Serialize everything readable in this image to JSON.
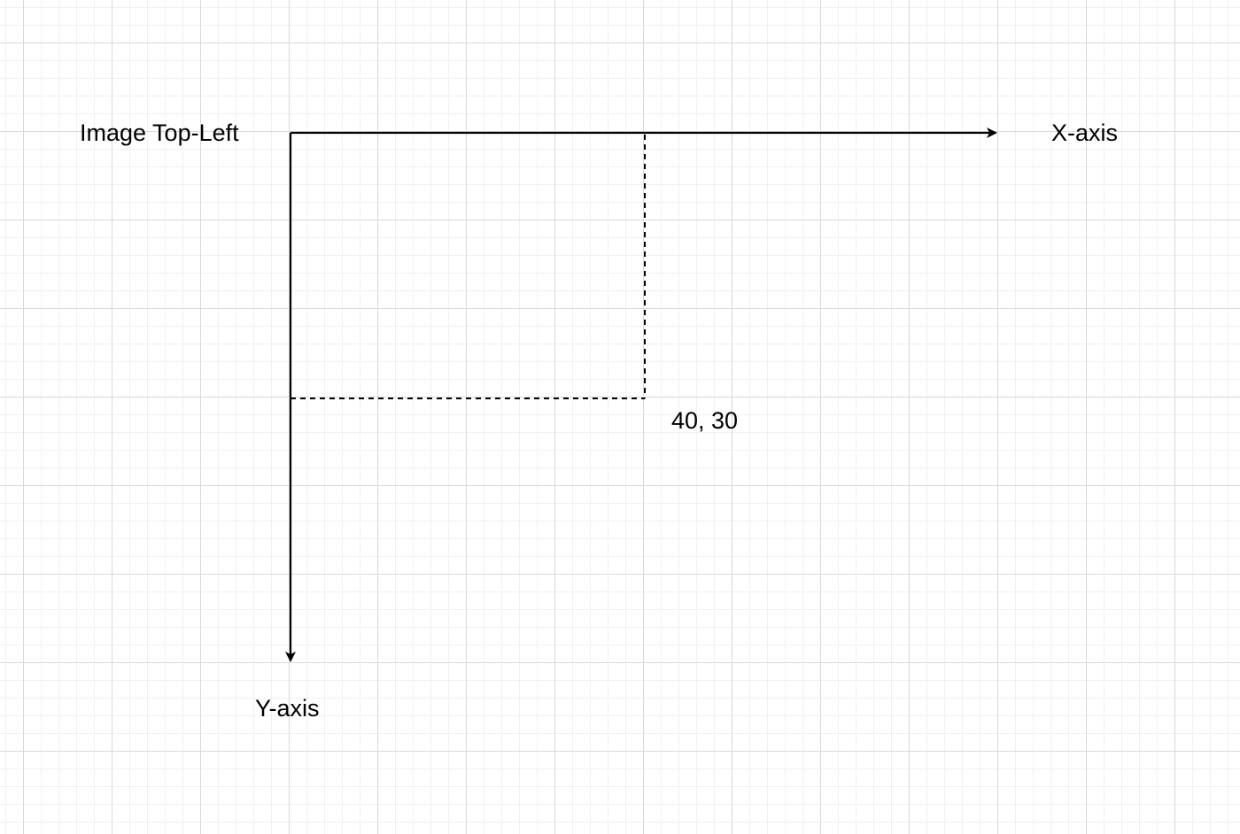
{
  "labels": {
    "origin": "Image Top-Left",
    "x_axis": "X-axis",
    "y_axis": "Y-axis",
    "point": "40, 30"
  },
  "colors": {
    "ink": "#000000",
    "grid_major": "#d9d9d9",
    "grid_minor": "#f1f1f1",
    "background": "#ffffff"
  }
}
